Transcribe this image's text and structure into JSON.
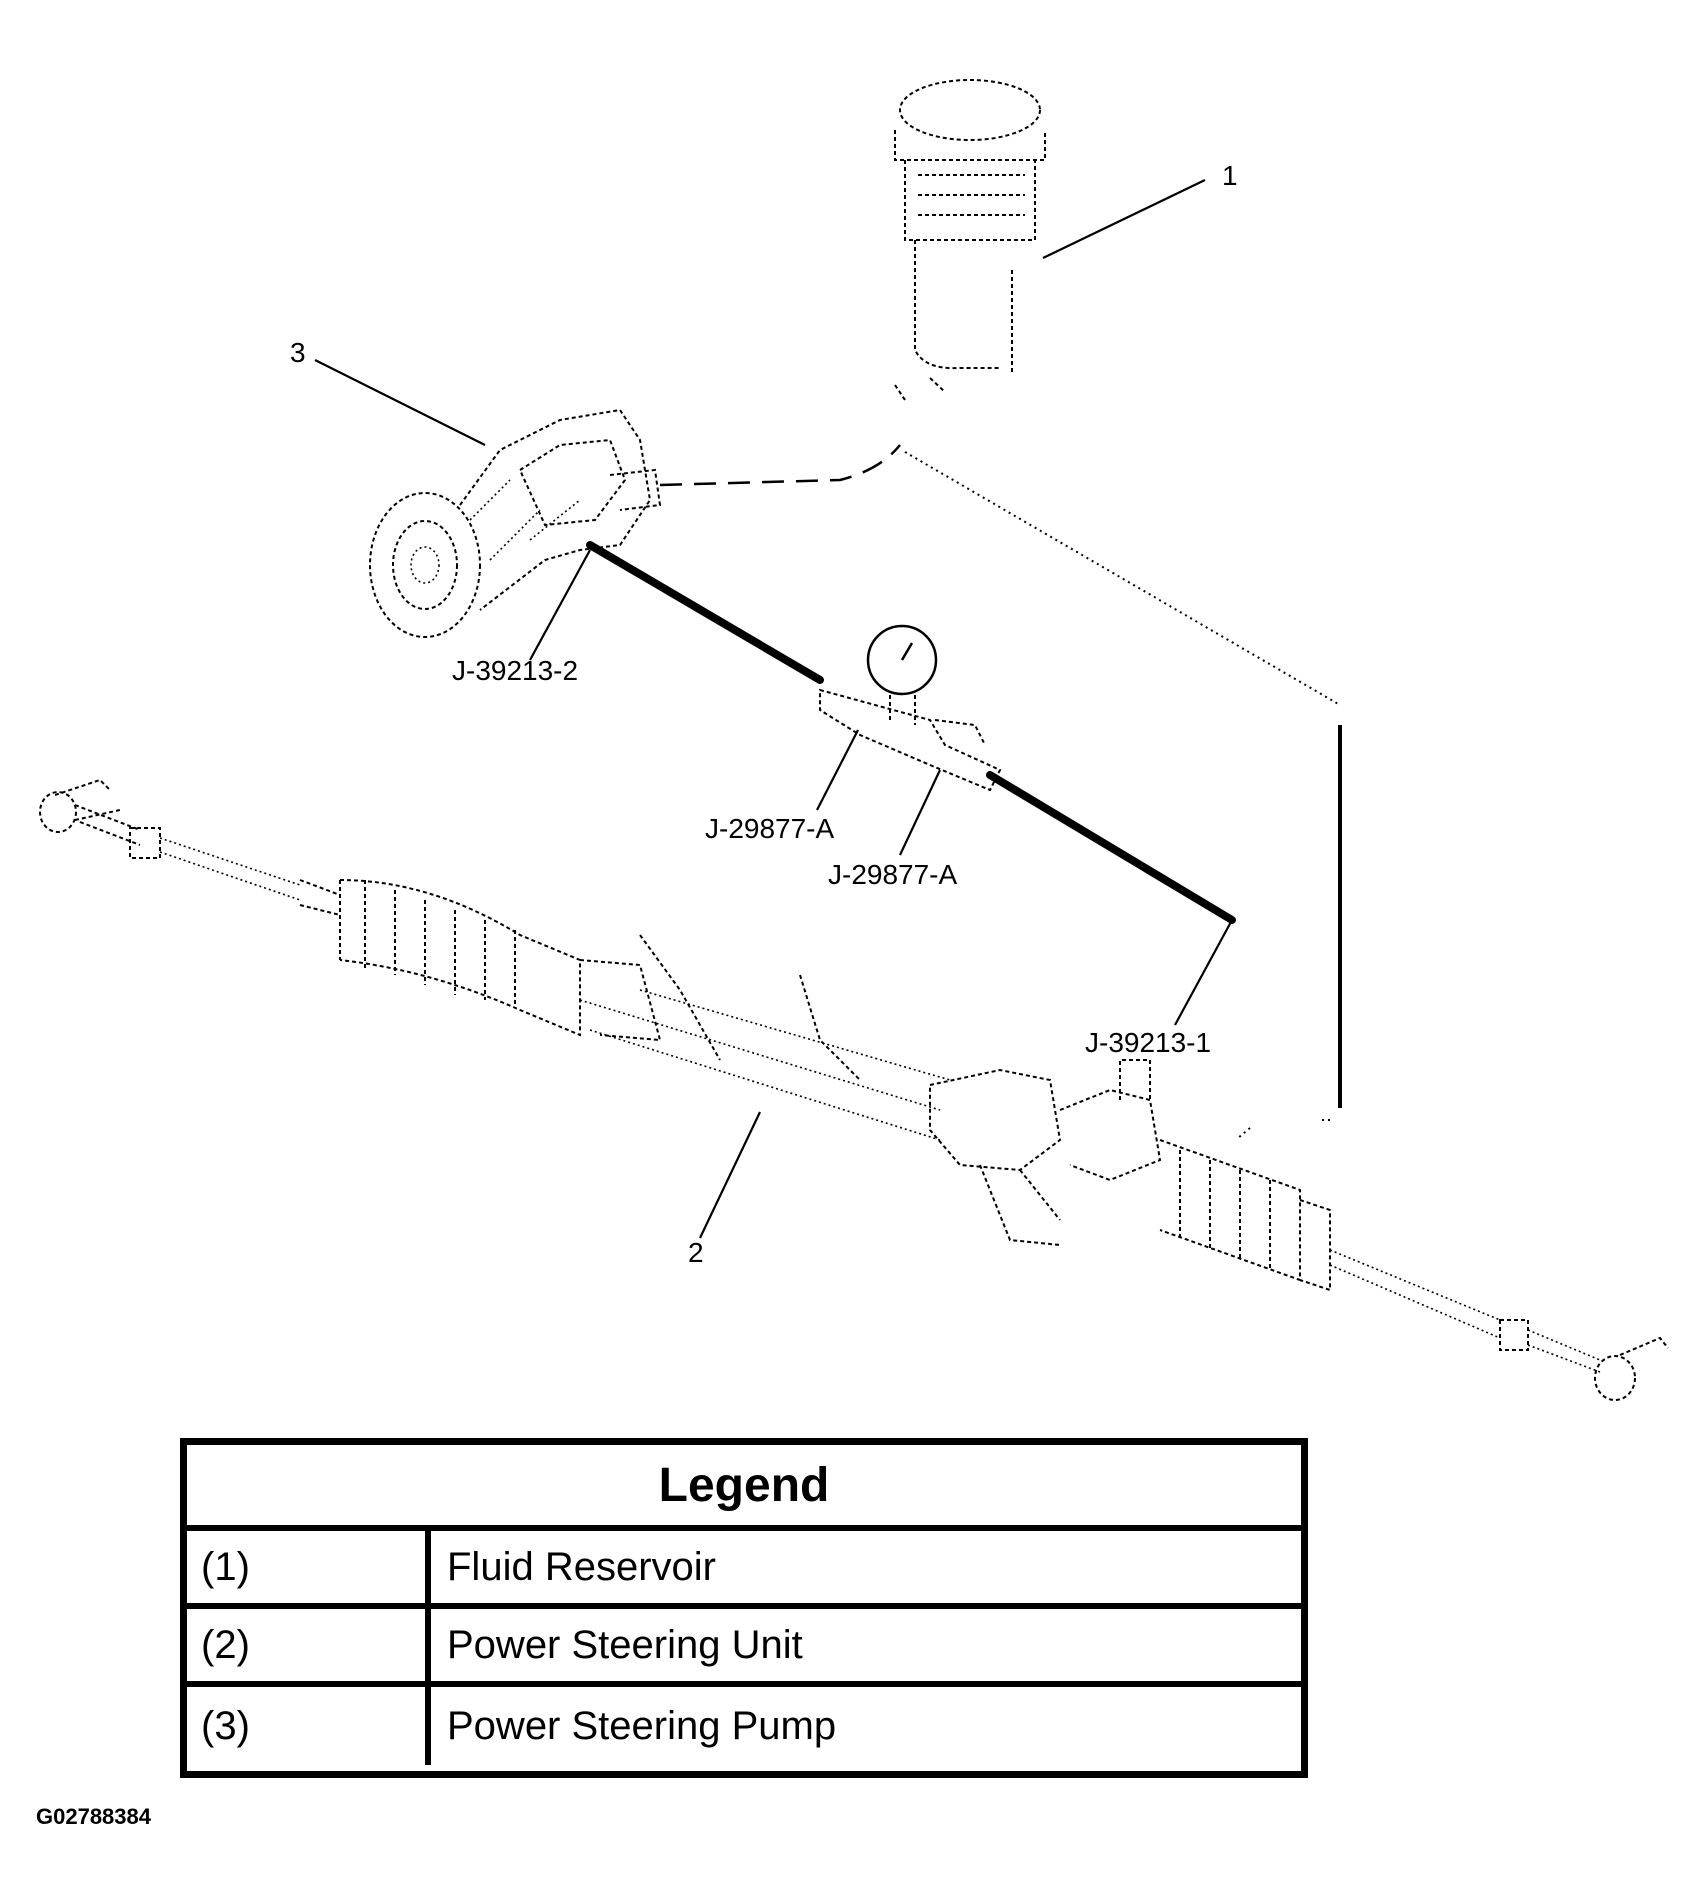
{
  "callouts": {
    "reservoir_num": "1",
    "rack_num": "2",
    "pump_num": "3",
    "tool_pump_fitting": "J-39213-2",
    "tool_gauge_inlet": "J-29877-A",
    "tool_gauge_outlet": "J-29877-A",
    "tool_rack_fitting": "J-39213-1"
  },
  "legend": {
    "title": "Legend",
    "rows": [
      {
        "num": "(1)",
        "desc": "Fluid Reservoir"
      },
      {
        "num": "(2)",
        "desc": "Power Steering Unit"
      },
      {
        "num": "(3)",
        "desc": "Power Steering Pump"
      }
    ]
  },
  "figure_id": "G02788384"
}
